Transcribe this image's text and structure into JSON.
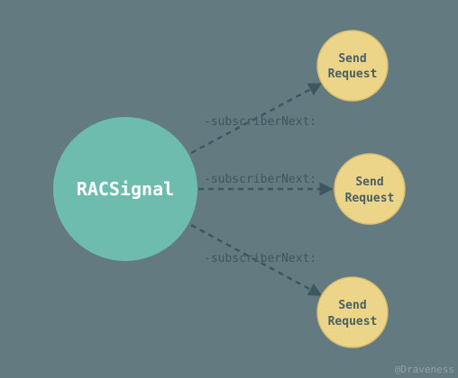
{
  "colors": {
    "background": "#647a81",
    "source_fill": "#6dbcae",
    "target_fill": "#ecd588",
    "target_stroke": "#d8bd6c",
    "edge": "#3e575e",
    "text_light": "#ffffff",
    "text_dark": "#4a5f64",
    "edge_label": "#3f565d",
    "watermark": "#8fa2a8"
  },
  "diagram": {
    "source": {
      "label": "RACSignal"
    },
    "targets": [
      {
        "line1": "Send",
        "line2": "Request"
      },
      {
        "line1": "Send",
        "line2": "Request"
      },
      {
        "line1": "Send",
        "line2": "Request"
      }
    ],
    "edges": [
      {
        "label": "-subscriberNext:"
      },
      {
        "label": "-subscriberNext:"
      },
      {
        "label": "-subscriberNext:"
      }
    ]
  },
  "watermark": "@Draveness"
}
